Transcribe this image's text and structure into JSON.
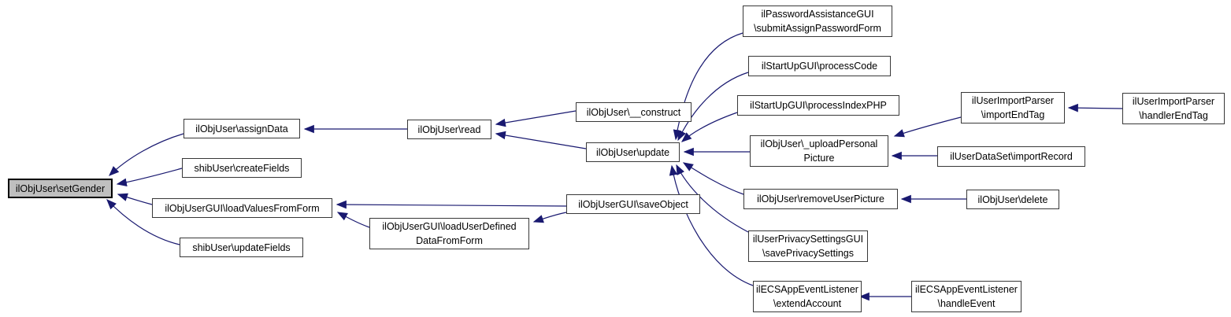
{
  "diagram": {
    "kind": "caller-graph",
    "highlighted_node": "ilObjUser\\setGender",
    "colors": {
      "edge": "#191970",
      "node_fill": "#ffffff",
      "node_border": "#383838",
      "highlight_fill": "#bfbfbf",
      "background": "#ffffff"
    },
    "nodes": [
      {
        "id": "setGender",
        "lines": [
          "ilObjUser\\setGender"
        ],
        "highlighted": true
      },
      {
        "id": "assignData",
        "lines": [
          "ilObjUser\\assignData"
        ]
      },
      {
        "id": "createFields",
        "lines": [
          "shibUser\\createFields"
        ]
      },
      {
        "id": "loadValuesFromForm",
        "lines": [
          "ilObjUserGUI\\loadValuesFromForm"
        ]
      },
      {
        "id": "updateFields",
        "lines": [
          "shibUser\\updateFields"
        ]
      },
      {
        "id": "read",
        "lines": [
          "ilObjUser\\read"
        ]
      },
      {
        "id": "loadUserDefinedDataFromForm",
        "lines": [
          "ilObjUserGUI\\loadUserDefined",
          "DataFromForm"
        ]
      },
      {
        "id": "construct",
        "lines": [
          "ilObjUser\\__construct"
        ]
      },
      {
        "id": "update",
        "lines": [
          "ilObjUser\\update"
        ]
      },
      {
        "id": "saveObject",
        "lines": [
          "ilObjUserGUI\\saveObject"
        ]
      },
      {
        "id": "submitAssignPasswordForm",
        "lines": [
          "ilPasswordAssistanceGUI",
          "\\submitAssignPasswordForm"
        ]
      },
      {
        "id": "processCode",
        "lines": [
          "ilStartUpGUI\\processCode"
        ]
      },
      {
        "id": "processIndexPHP",
        "lines": [
          "ilStartUpGUI\\processIndexPHP"
        ]
      },
      {
        "id": "uploadPersonalPicture",
        "lines": [
          "ilObjUser\\_uploadPersonal",
          "Picture"
        ]
      },
      {
        "id": "removeUserPicture",
        "lines": [
          "ilObjUser\\removeUserPicture"
        ]
      },
      {
        "id": "savePrivacySettings",
        "lines": [
          "ilUserPrivacySettingsGUI",
          "\\savePrivacySettings"
        ]
      },
      {
        "id": "extendAccount",
        "lines": [
          "ilECSAppEventListener",
          "\\extendAccount"
        ]
      },
      {
        "id": "importEndTag",
        "lines": [
          "ilUserImportParser",
          "\\importEndTag"
        ]
      },
      {
        "id": "importRecord",
        "lines": [
          "ilUserDataSet\\importRecord"
        ]
      },
      {
        "id": "delete",
        "lines": [
          "ilObjUser\\delete"
        ]
      },
      {
        "id": "handlerEndTag",
        "lines": [
          "ilUserImportParser",
          "\\handlerEndTag"
        ]
      },
      {
        "id": "handleEvent",
        "lines": [
          "ilECSAppEventListener",
          "\\handleEvent"
        ]
      }
    ],
    "edges": [
      {
        "from": "assignData",
        "to": "setGender"
      },
      {
        "from": "createFields",
        "to": "setGender"
      },
      {
        "from": "loadValuesFromForm",
        "to": "setGender"
      },
      {
        "from": "updateFields",
        "to": "setGender"
      },
      {
        "from": "read",
        "to": "assignData"
      },
      {
        "from": "construct",
        "to": "read"
      },
      {
        "from": "update",
        "to": "read"
      },
      {
        "from": "saveObject",
        "to": "loadValuesFromForm"
      },
      {
        "from": "loadUserDefinedDataFromForm",
        "to": "loadValuesFromForm"
      },
      {
        "from": "saveObject",
        "to": "loadUserDefinedDataFromForm"
      },
      {
        "from": "submitAssignPasswordForm",
        "to": "update"
      },
      {
        "from": "processCode",
        "to": "update"
      },
      {
        "from": "processIndexPHP",
        "to": "update"
      },
      {
        "from": "uploadPersonalPicture",
        "to": "update"
      },
      {
        "from": "removeUserPicture",
        "to": "update"
      },
      {
        "from": "savePrivacySettings",
        "to": "update"
      },
      {
        "from": "extendAccount",
        "to": "update"
      },
      {
        "from": "importEndTag",
        "to": "uploadPersonalPicture"
      },
      {
        "from": "importRecord",
        "to": "uploadPersonalPicture"
      },
      {
        "from": "delete",
        "to": "removeUserPicture"
      },
      {
        "from": "handlerEndTag",
        "to": "importEndTag"
      },
      {
        "from": "handleEvent",
        "to": "extendAccount"
      }
    ]
  }
}
